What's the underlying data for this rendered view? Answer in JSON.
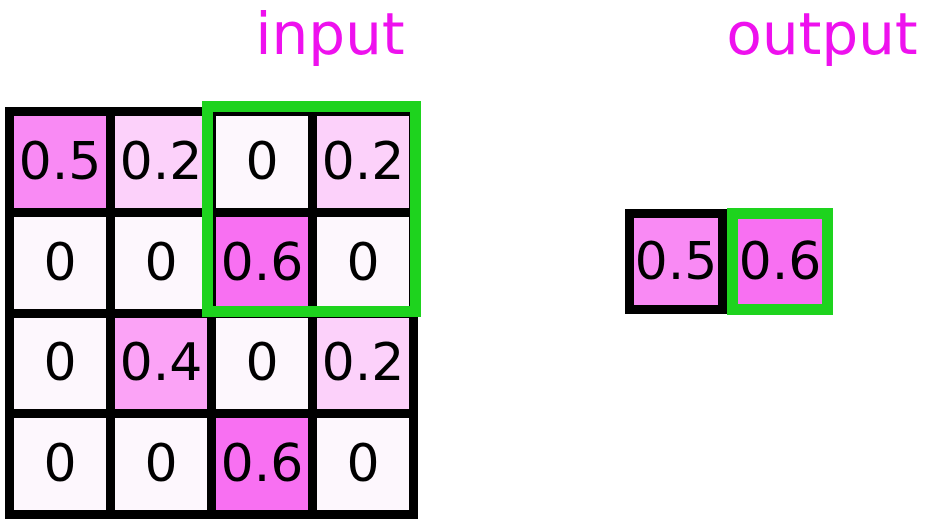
{
  "titles": {
    "input": "input",
    "output": "output"
  },
  "colors": {
    "title_text": "#ee11ee",
    "highlight_green": "#1ed31e",
    "grid_border": "#000000",
    "number_text": "#000000",
    "value_colormap": {
      "0": "#fdf7fd",
      "0.2": "#fcd1fa",
      "0.4": "#fba3f6",
      "0.5": "#f98af4",
      "0.6": "#f870f2"
    }
  },
  "input_grid": {
    "rows": 4,
    "cols": 4,
    "cells": [
      [
        "0.5",
        "0.2",
        "0",
        "0.2"
      ],
      [
        "0",
        "0",
        "0.6",
        "0"
      ],
      [
        "0",
        "0.4",
        "0",
        "0.2"
      ],
      [
        "0",
        "0",
        "0.6",
        "0"
      ]
    ],
    "highlight_window": {
      "row_start": 0,
      "row_end": 1,
      "col_start": 2,
      "col_end": 3
    }
  },
  "output_grid": {
    "cells": [
      {
        "label": "0.5",
        "highlighted": false
      },
      {
        "label": "0.6",
        "highlighted": true
      }
    ]
  }
}
